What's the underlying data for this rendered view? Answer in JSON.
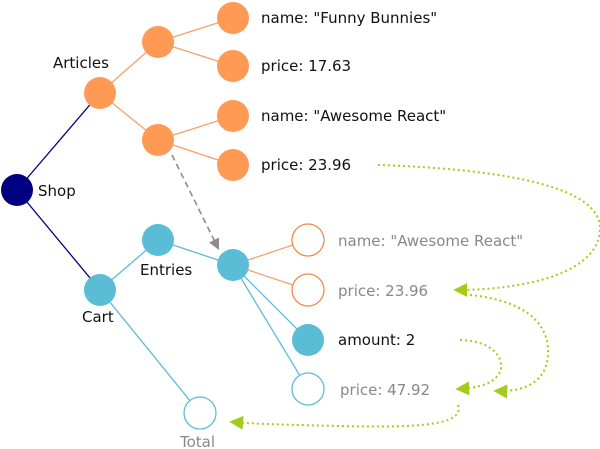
{
  "colors": {
    "shop": "#000080",
    "orange": "#ff9a55",
    "orange_stroke": "#f2884a",
    "blue": "#5bbcd6",
    "blue_line": "#5bbcd6",
    "navy_line": "#000080",
    "orange_line": "#f4a06a",
    "arrow_green": "#a3cc1a",
    "arrow_grey": "#8c8c8c",
    "text_dark": "#111111",
    "text_grey": "#888888"
  },
  "nodes": {
    "shop": "Shop",
    "articles": "Articles",
    "cart": "Cart",
    "entries": "Entries",
    "total": "Total"
  },
  "article1": {
    "name": "name: \"Funny Bunnies\"",
    "price": "price: 17.63"
  },
  "article2": {
    "name": "name: \"Awesome React\"",
    "price": "price: 23.96"
  },
  "entry": {
    "name": "name: \"Awesome React\"",
    "price": "price: 23.96",
    "amount": "amount: 2",
    "total_price": "price: 47.92"
  }
}
